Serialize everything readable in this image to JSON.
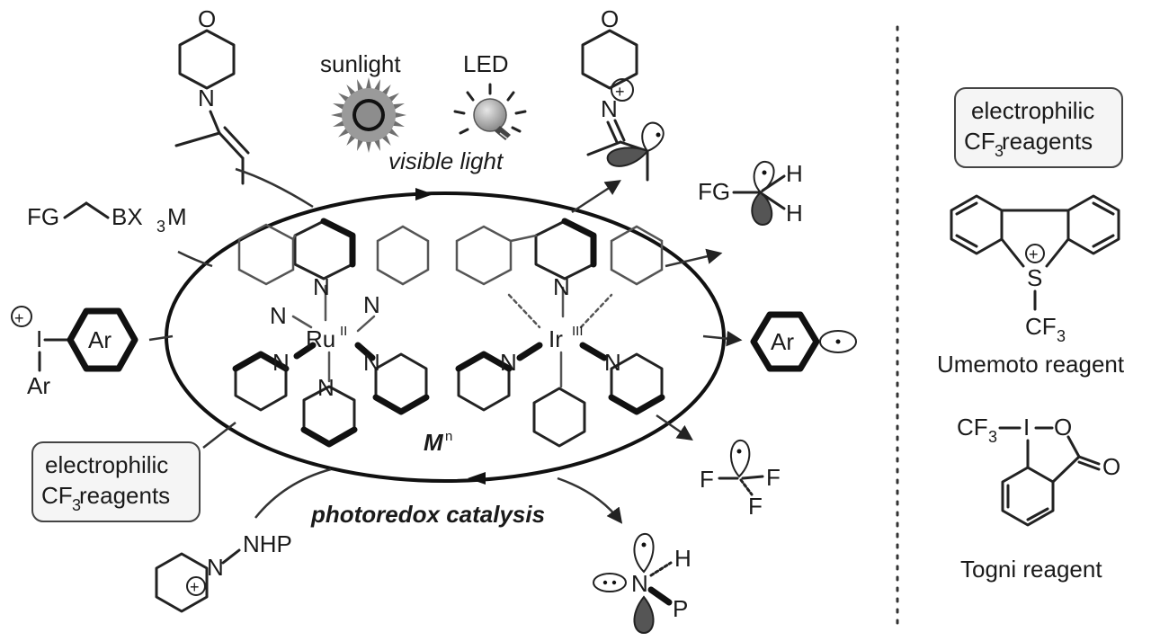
{
  "light": {
    "sunlight_label": "sunlight",
    "led_label": "LED",
    "visible_light_label": "visible light"
  },
  "catalysis": {
    "metal_label": "M",
    "metal_superscript": "n",
    "photoredox_label": "photoredox catalysis"
  },
  "ru_complex": {
    "metal": "Ru",
    "oxidation_state": "II",
    "n_label": "N"
  },
  "ir_complex": {
    "metal": "Ir",
    "oxidation_state": "III",
    "n_label": "N"
  },
  "reagents_left": {
    "enamine_o": "O",
    "enamine_n": "N",
    "borate": {
      "fg": "FG",
      "formula": "BX",
      "sub": "3",
      "suffix": "M"
    },
    "iodonium": {
      "charge": "+",
      "iodine": "I",
      "ar_ring": "Ar",
      "ar_sub": "Ar"
    },
    "cf3_box": {
      "line1": "electrophilic",
      "line2_prefix": "CF",
      "line2_sub": "3",
      "line2_suffix": " reagents"
    },
    "pyridinium": {
      "n": "N",
      "charge": "+",
      "nhp": "NHP"
    }
  },
  "radicals_right": {
    "iminium_o": "O",
    "iminium_n": "N",
    "iminium_charge": "+",
    "alkyl": {
      "fg": "FG",
      "h1": "H",
      "h2": "H"
    },
    "aryl_ring": "Ar",
    "cf3": {
      "f1": "F",
      "f2": "F",
      "f3": "F"
    },
    "amidyl": {
      "n": "N",
      "h": "H",
      "p": "P"
    }
  },
  "side_panel": {
    "box": {
      "line1": "electrophilic",
      "line2_prefix": "CF",
      "line2_sub": "3",
      "line2_suffix": " reagents"
    },
    "umemoto": {
      "s": "S",
      "charge": "+",
      "cf3_prefix": "CF",
      "cf3_sub": "3",
      "name": "Umemoto reagent"
    },
    "togni": {
      "cf3_prefix": "CF",
      "cf3_sub": "3",
      "i": "I",
      "o_ring": "O",
      "o_carbonyl": "O",
      "name": "Togni reagent"
    }
  },
  "colors": {
    "ink": "#1a1a1a",
    "box_fill": "#f5f5f5",
    "bulb": "#9a9a9a"
  }
}
